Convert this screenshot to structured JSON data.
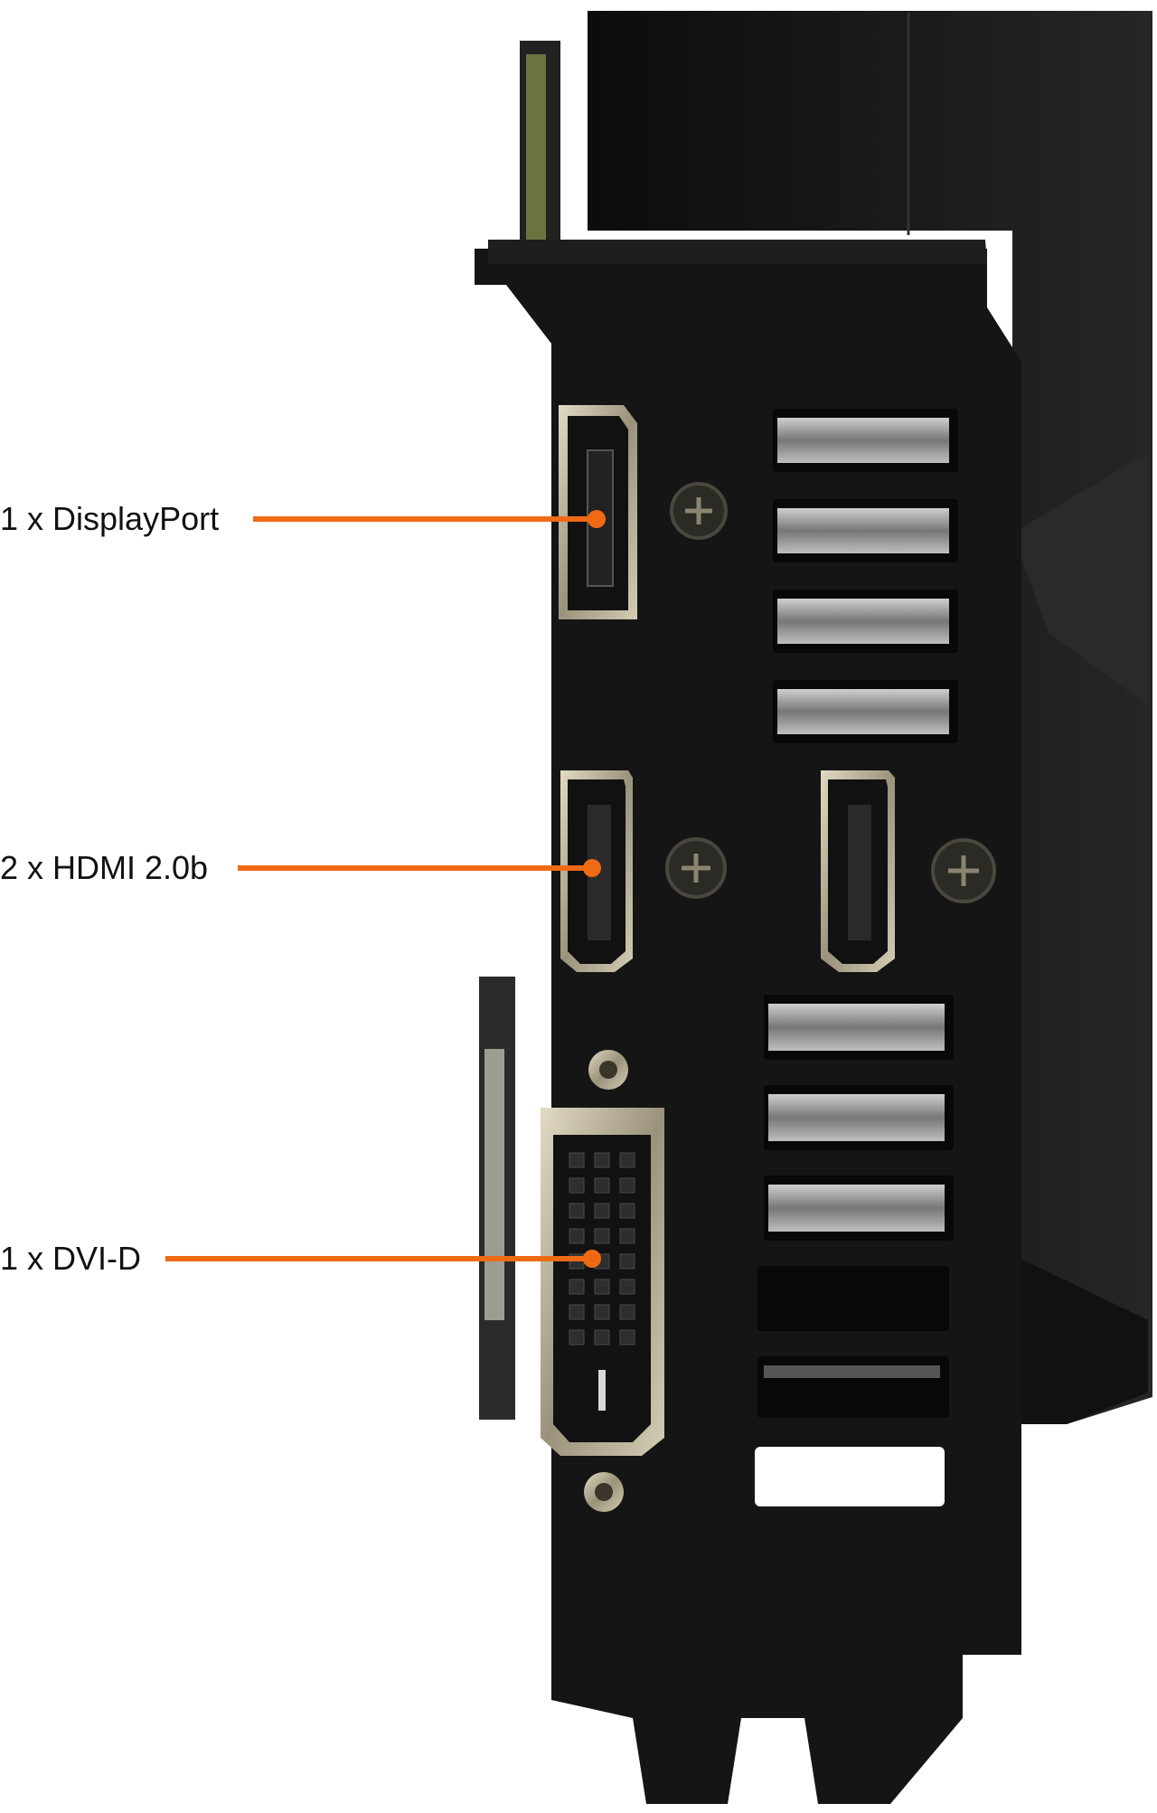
{
  "callouts": [
    {
      "label": "1 x DisplayPort"
    },
    {
      "label": "2 x HDMI 2.0b"
    },
    {
      "label": "1 x DVI-D"
    }
  ],
  "colors": {
    "accent": "#f06a16",
    "bracket": "#151515",
    "card_body": "#1b1b1b",
    "connector_metal": "#b9b29a",
    "background": "#ffffff"
  },
  "icons": {
    "displayport": "displayport-port-icon",
    "hdmi": "hdmi-port-icon",
    "dvi": "dvi-port-icon",
    "screw": "screw-icon"
  }
}
